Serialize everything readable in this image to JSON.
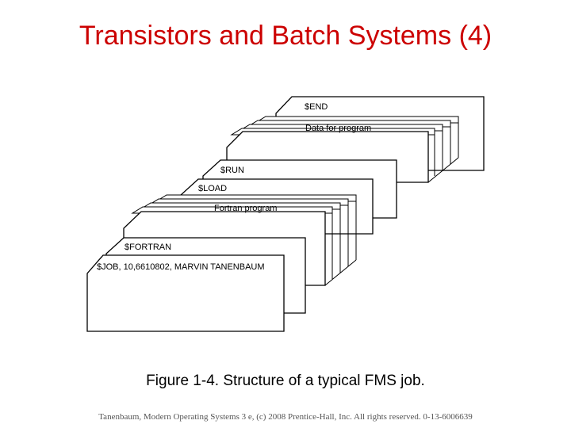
{
  "slide": {
    "title": "Transistors and Batch Systems (4)",
    "caption": "Figure 1-4. Structure of a typical FMS job.",
    "footer": "Tanenbaum, Modern Operating Systems 3 e, (c) 2008 Prentice-Hall, Inc. All rights reserved. 0-13-6006639"
  },
  "deck": {
    "cards": [
      {
        "label": "$END",
        "kind": "control"
      },
      {
        "label": "Data for program",
        "kind": "bundle"
      },
      {
        "label": "$RUN",
        "kind": "control"
      },
      {
        "label": "$LOAD",
        "kind": "control"
      },
      {
        "label": "Fortran program",
        "kind": "bundle"
      },
      {
        "label": "$FORTRAN",
        "kind": "control"
      },
      {
        "label": "$JOB, 10,6610802, MARVIN TANENBAUM",
        "kind": "control"
      }
    ]
  }
}
